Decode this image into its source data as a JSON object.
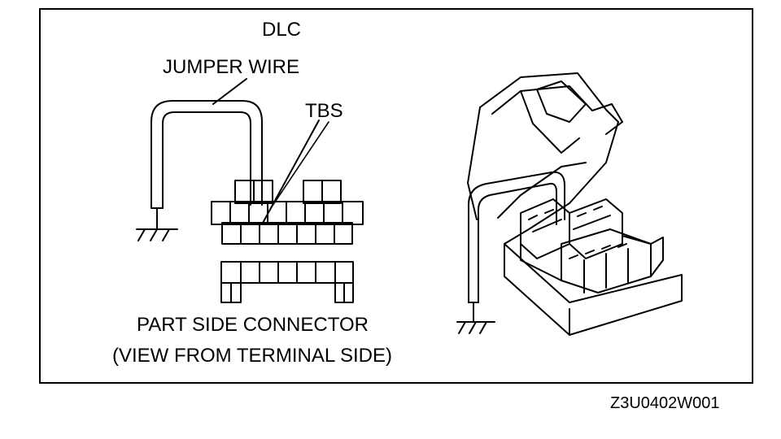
{
  "labels": {
    "dlc": "DLC",
    "jumper_wire": "JUMPER WIRE",
    "tbs": "TBS",
    "part_side_connector": "PART SIDE CONNECTOR",
    "view_from_terminal_side": "(VIEW FROM TERMINAL SIDE)",
    "figure_code": "Z3U0402W001"
  },
  "icons": {
    "ground_left": "ground-symbol-icon",
    "ground_right": "ground-symbol-icon",
    "connector_3d": "dlc-connector-illustration-icon"
  },
  "colors": {
    "line": "#000000",
    "background": "#ffffff"
  }
}
